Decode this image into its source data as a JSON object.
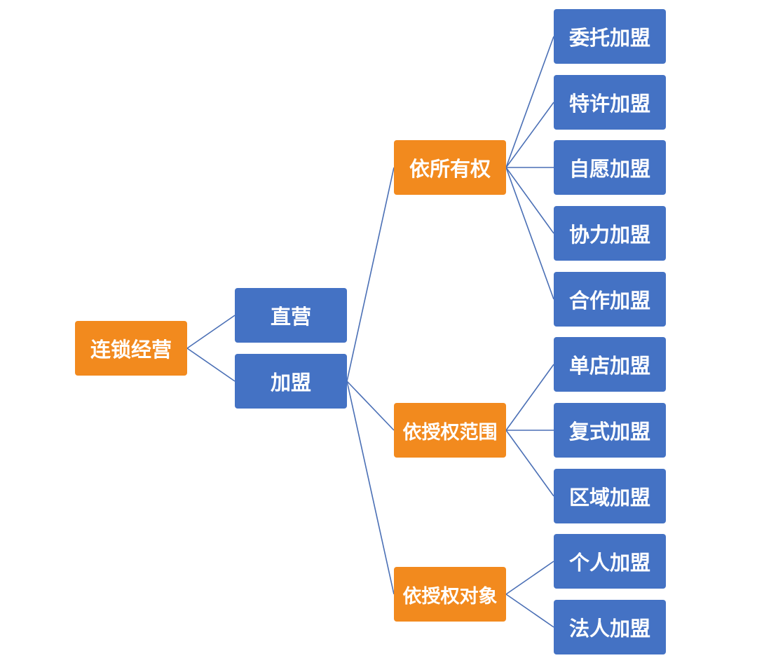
{
  "colors": {
    "orange": "#f28a1e",
    "blue": "#4472c4",
    "connector": "#4a6fb5"
  },
  "nodes": {
    "root": "连锁经营",
    "direct": "直营",
    "franchise": "加盟",
    "by_ownership": "依所有权",
    "by_scope": "依授权范围",
    "by_object": "依授权对象",
    "ownership_items": [
      "委托加盟",
      "特许加盟",
      "自愿加盟",
      "协力加盟",
      "合作加盟"
    ],
    "scope_items": [
      "单店加盟",
      "复式加盟",
      "区域加盟"
    ],
    "object_items": [
      "个人加盟",
      "法人加盟"
    ]
  }
}
